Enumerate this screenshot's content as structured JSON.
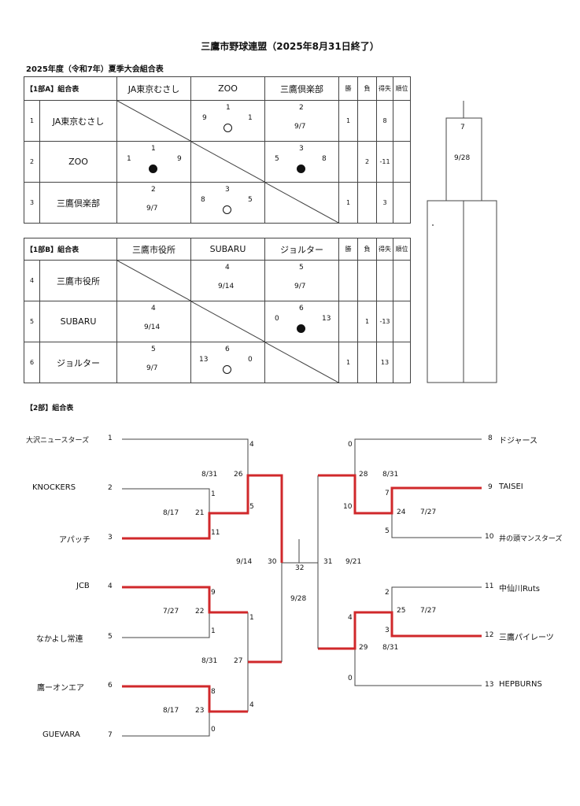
{
  "title": "三鷹市野球連盟（2025年8月31日終了）",
  "subtitle": "2025年度（令和7年）夏季大会組合表",
  "group_a": {
    "label": "【1部A】組合表",
    "headers": [
      "JA東京むさし",
      "ZOO",
      "三鷹倶楽部"
    ],
    "col_win": "勝",
    "col_loss": "負",
    "col_diff": "得失",
    "col_rank": "順位",
    "rows": [
      {
        "no": "1",
        "team": "JA東京むさし",
        "win": "1",
        "loss": "",
        "diff": "8",
        "rank": ""
      },
      {
        "no": "2",
        "team": "ZOO",
        "win": "",
        "loss": "2",
        "diff": "-11",
        "rank": ""
      },
      {
        "no": "3",
        "team": "三鷹倶楽部",
        "win": "1",
        "loss": "",
        "diff": "3",
        "rank": ""
      }
    ],
    "cells": {
      "r1c2": {
        "game": "1",
        "left": "9",
        "right": "1",
        "mark": "win"
      },
      "r1c3": {
        "game": "2",
        "date": "9/7"
      },
      "r2c1": {
        "game": "1",
        "left": "1",
        "right": "9",
        "mark": "lose"
      },
      "r2c3": {
        "game": "3",
        "left": "5",
        "right": "8",
        "mark": "lose"
      },
      "r3c1": {
        "game": "2",
        "date": "9/7"
      },
      "r3c2": {
        "game": "3",
        "left": "8",
        "right": "5",
        "mark": "win"
      }
    }
  },
  "group_b": {
    "label": "【1部B】組合表",
    "headers": [
      "三鷹市役所",
      "SUBARU",
      "ジョルター"
    ],
    "col_win": "勝",
    "col_loss": "負",
    "col_diff": "得失",
    "col_rank": "順位",
    "rows": [
      {
        "no": "4",
        "team": "三鷹市役所",
        "win": "",
        "loss": "",
        "diff": "",
        "rank": ""
      },
      {
        "no": "5",
        "team": "SUBARU",
        "win": "",
        "loss": "1",
        "diff": "-13",
        "rank": ""
      },
      {
        "no": "6",
        "team": "ジョルター",
        "win": "1",
        "loss": "",
        "diff": "13",
        "rank": ""
      }
    ],
    "cells": {
      "r1c2": {
        "game": "4",
        "date": "9/14"
      },
      "r1c3": {
        "game": "5",
        "date": "9/7"
      },
      "r2c1": {
        "game": "4",
        "date": "9/14"
      },
      "r2c3": {
        "game": "6",
        "left": "0",
        "right": "13",
        "mark": "lose"
      },
      "r3c1": {
        "game": "5",
        "date": "9/7"
      },
      "r3c2": {
        "game": "6",
        "left": "13",
        "right": "0",
        "mark": "win"
      }
    }
  },
  "final_box": {
    "game": "7",
    "date": "9/28"
  },
  "bracket": {
    "label": "【2部】組合表",
    "left_teams": [
      {
        "no": "1",
        "name": "大沢ニュースターズ"
      },
      {
        "no": "2",
        "name": "KNOCKERS"
      },
      {
        "no": "3",
        "name": "アパッチ"
      },
      {
        "no": "4",
        "name": "JCB"
      },
      {
        "no": "5",
        "name": "なかよし常連"
      },
      {
        "no": "6",
        "name": "鷹ーオンエア"
      },
      {
        "no": "7",
        "name": "GUEVARA"
      }
    ],
    "right_teams": [
      {
        "no": "8",
        "name": "ドジャース"
      },
      {
        "no": "9",
        "name": "TAISEI"
      },
      {
        "no": "10",
        "name": "井の頭マンスターズ"
      },
      {
        "no": "11",
        "name": "中仙川Ruts"
      },
      {
        "no": "12",
        "name": "三鷹パイレーツ"
      },
      {
        "no": "13",
        "name": "HEPBURNS"
      }
    ],
    "games": {
      "g21": {
        "no": "21",
        "date": "8/17",
        "score_top": "1",
        "score_bottom": "11"
      },
      "g22": {
        "no": "22",
        "date": "7/27",
        "score_top": "9",
        "score_bottom": "1"
      },
      "g23": {
        "no": "23",
        "date": "8/17",
        "score_top": "8",
        "score_bottom": "0"
      },
      "g26": {
        "no": "26",
        "date": "8/31",
        "score_top": "4",
        "score_bottom": "5"
      },
      "g27": {
        "no": "27",
        "date": "8/31",
        "score_top": "1",
        "score_bottom": "4"
      },
      "g30": {
        "no": "30",
        "date": "9/14"
      },
      "g24": {
        "no": "24",
        "date": "7/27",
        "score_top": "7",
        "score_bottom": "5"
      },
      "g25": {
        "no": "25",
        "date": "7/27",
        "score_top": "2",
        "score_bottom": "3"
      },
      "g28": {
        "no": "28",
        "date": "8/31",
        "score_top": "0",
        "score_bottom": "10"
      },
      "g29": {
        "no": "29",
        "date": "8/31",
        "score_top": "4",
        "score_bottom": "0"
      },
      "g31": {
        "no": "31",
        "date": "9/21"
      },
      "g32": {
        "no": "32",
        "date": "9/28"
      }
    }
  },
  "colors": {
    "winner_line": "#d0282b",
    "line": "#444444"
  }
}
